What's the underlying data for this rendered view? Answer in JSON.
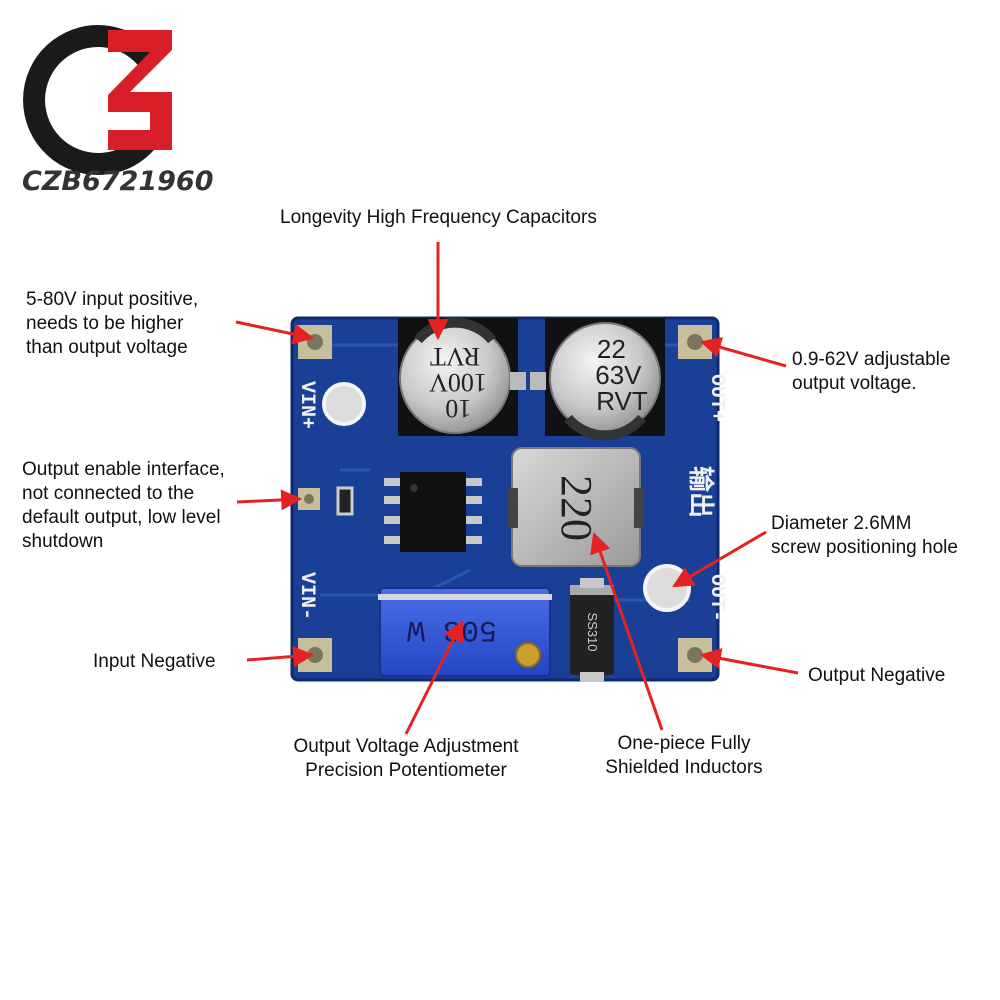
{
  "brand": {
    "text": "CZB6721960"
  },
  "callouts": {
    "capacitors": "Longevity High Frequency Capacitors",
    "input_positive_1": "5-80V input positive,",
    "input_positive_2": "needs to be higher",
    "input_positive_3": "than output voltage",
    "output_voltage_1": "0.9-62V adjustable",
    "output_voltage_2": "output voltage.",
    "enable_1": "Output enable interface,",
    "enable_2": "not connected to the",
    "enable_3": "default output, low level",
    "enable_4": "shutdown",
    "hole_1": "Diameter 2.6MM",
    "hole_2": "screw positioning hole",
    "input_negative": "Input Negative",
    "output_negative": "Output Negative",
    "potentiometer_1": "Output Voltage Adjustment",
    "potentiometer_2": "Precision Potentiometer",
    "inductor_1": "One-piece Fully",
    "inductor_2": "Shielded Inductors"
  },
  "board": {
    "silk_vin_pos": "VIN+",
    "silk_vin_neg": "VIN-",
    "silk_out_pos": "OUT+",
    "silk_out_neg": "OUT-",
    "silk_output_cn": "输出",
    "cap1_line1": "10",
    "cap1_line2": "100V",
    "cap1_line3": "RVT",
    "cap2_line1": "22",
    "cap2_line2": "63V",
    "cap2_line3": "RVT",
    "inductor_marking": "220",
    "pot_marking": "503 W",
    "diode_marking": "SS310"
  },
  "colors": {
    "pcb": "#1a3f96",
    "arrow": "#e52222",
    "logo_red": "#d81e26",
    "logo_dark": "#1a1a1a"
  }
}
